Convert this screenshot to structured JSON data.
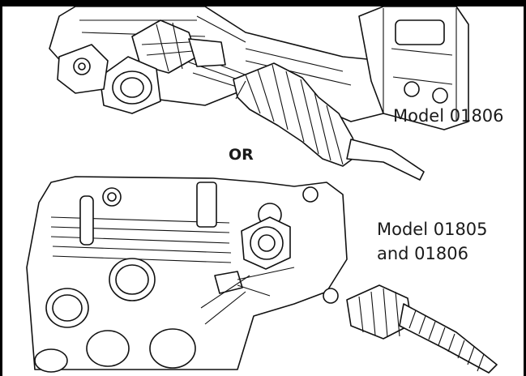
{
  "labels": {
    "top_model": "Model 01806",
    "or_text": "OR",
    "bottom_model_line1": "Model 01805",
    "bottom_model_line2": "and 01806"
  }
}
